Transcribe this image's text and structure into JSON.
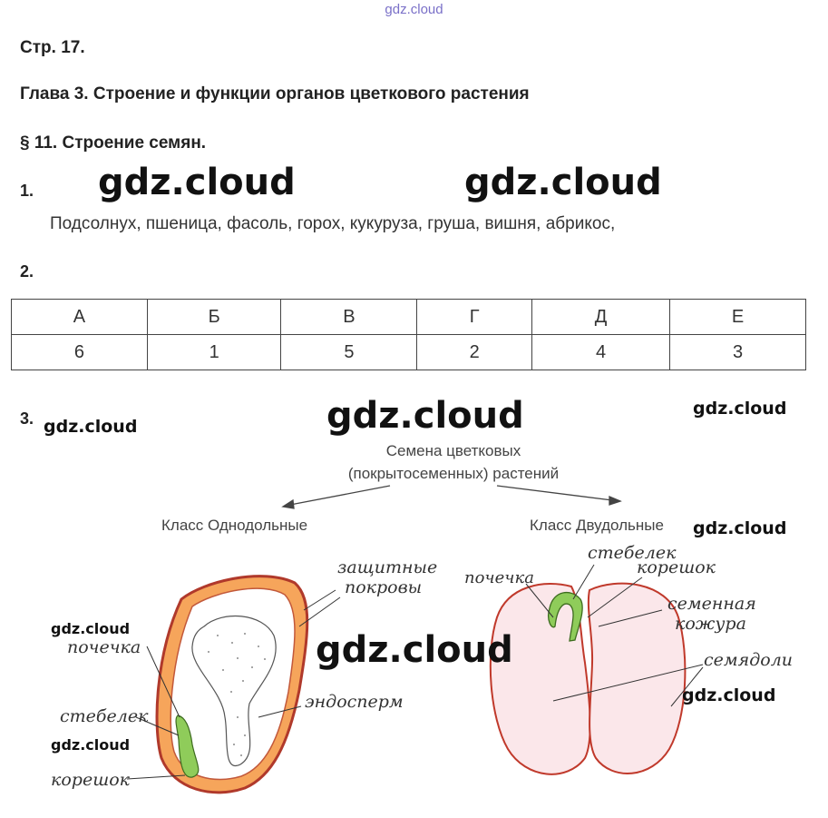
{
  "watermark_top": "gdz.cloud",
  "page_ref": "Стр. 17.",
  "chapter": "Глава 3. Строение и функции органов цветкового растения",
  "section": "§ 11. Строение семян.",
  "task1": {
    "number": "1.",
    "text": "Подсолнух, пшеница, фасоль, горох, кукуруза, груша, вишня, абрикос,"
  },
  "task2": {
    "number": "2.",
    "headers": [
      "А",
      "Б",
      "В",
      "Г",
      "Д",
      "Е"
    ],
    "values": [
      "6",
      "1",
      "5",
      "2",
      "4",
      "3"
    ]
  },
  "task3": {
    "number": "3.",
    "root_line1": "Семена цветковых",
    "root_line2": "(покрытосеменных) растений",
    "class_left": "Класс Однодольные",
    "class_right": "Класс Двудольные",
    "left_labels": {
      "covers_1": "защитные",
      "covers_2": "покровы",
      "bud": "почечка",
      "endosperm": "эндосперм",
      "stem": "стебелек",
      "root": "корешок"
    },
    "right_labels": {
      "bud": "почечка",
      "stem": "стебелек",
      "root": "корешок",
      "coat_1": "семенная",
      "coat_2": "кожура",
      "cotyledons": "семядоли"
    }
  },
  "watermark": "gdz.cloud",
  "colors": {
    "watermark_top": "#7a70c8",
    "seed_outer": "#c0392b",
    "seed_fill": "#f4a460",
    "embryo": "#8fcc5a",
    "dicot_fill": "#fbe7ea",
    "dicot_edge": "#c0392b"
  }
}
